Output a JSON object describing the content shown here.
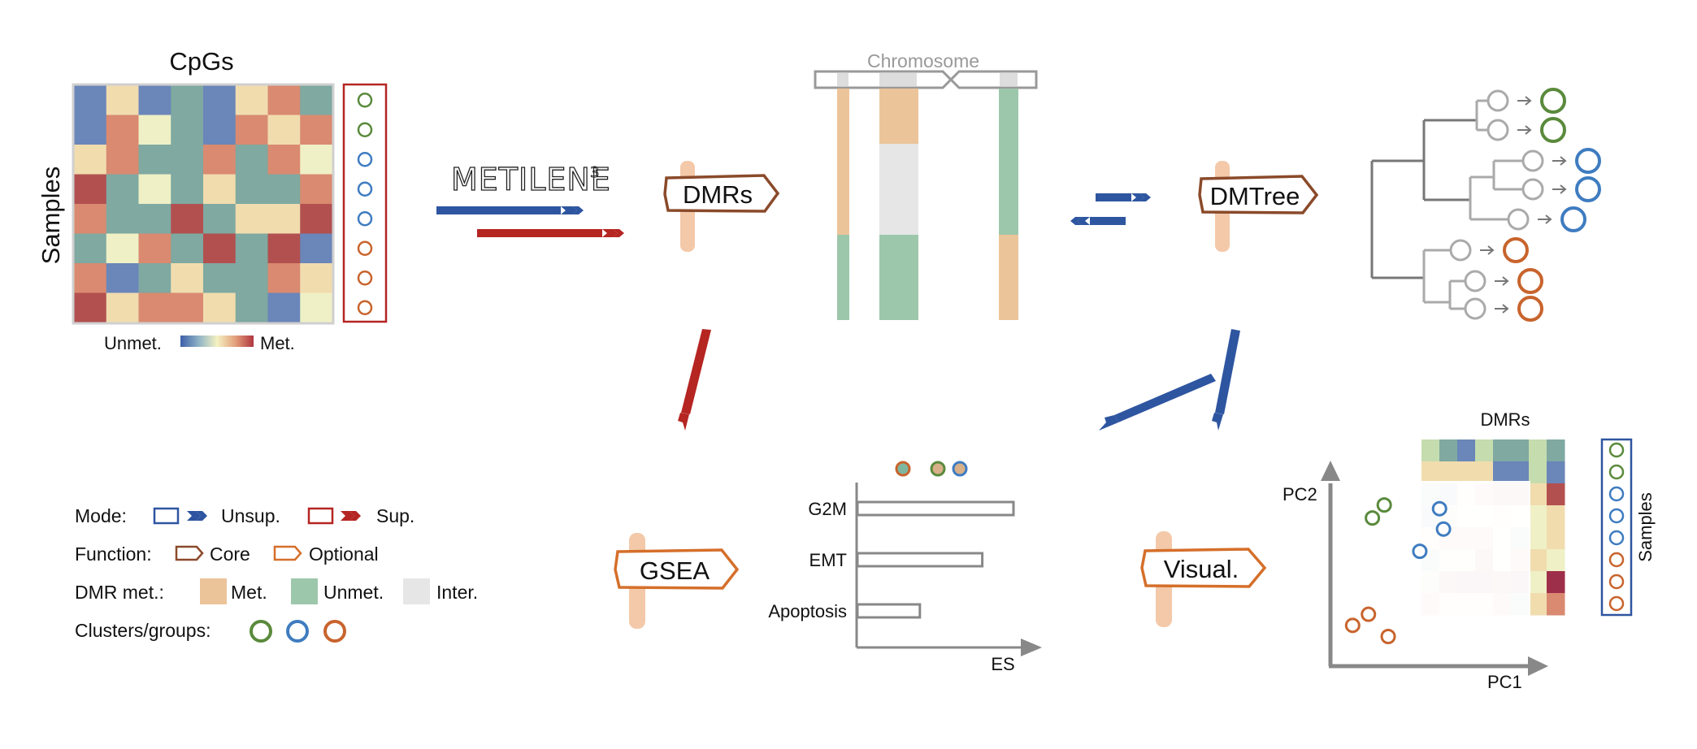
{
  "heatmap": {
    "title": "CpGs",
    "ylabel": "Samples",
    "scale_low": "Unmet.",
    "scale_high": "Met.",
    "cells": [
      [
        1,
        2,
        1,
        5,
        1,
        2,
        4,
        5
      ],
      [
        1,
        4,
        0,
        5,
        1,
        4,
        2,
        4
      ],
      [
        2,
        4,
        5,
        5,
        4,
        5,
        4,
        0
      ],
      [
        3,
        5,
        0,
        5,
        2,
        5,
        5,
        4
      ],
      [
        4,
        5,
        5,
        3,
        5,
        2,
        2,
        3
      ],
      [
        5,
        0,
        4,
        5,
        3,
        5,
        3,
        1
      ],
      [
        4,
        1,
        5,
        2,
        5,
        5,
        4,
        2
      ],
      [
        3,
        2,
        4,
        4,
        2,
        5,
        1,
        0
      ]
    ],
    "palette": [
      "#eff0c6",
      "#6b86b9",
      "#f1dcae",
      "#b2504f",
      "#d98a70",
      "#7fa9a1"
    ],
    "groups": [
      "green",
      "green",
      "blue",
      "blue",
      "blue",
      "orange",
      "orange",
      "orange"
    ]
  },
  "tool": {
    "name": "METILENE",
    "superscript": "3"
  },
  "signs": {
    "dmrs": "DMRs",
    "dmtree": "DMTree",
    "gsea": "GSEA",
    "visual": "Visual."
  },
  "chromosome": {
    "label": "Chromosome"
  },
  "gsea": {
    "xlabel": "ES",
    "terms": [
      "G2M",
      "EMT",
      "Apoptosis"
    ],
    "values": [
      1.0,
      0.8,
      0.4
    ]
  },
  "pca": {
    "title": "DMRs",
    "xlabel": "PC1",
    "ylabel": "PC2",
    "side_label": "Samples"
  },
  "legend": {
    "mode_label": "Mode:",
    "unsup": "Unsup.",
    "sup": "Sup.",
    "function_label": "Function:",
    "core": "Core",
    "optional": "Optional",
    "dmr_label": "DMR met.:",
    "met": "Met.",
    "unmet": "Unmet.",
    "inter": "Inter.",
    "clusters_label": "Clusters/groups:"
  },
  "colors": {
    "green": "#5a8a3c",
    "blue": "#3f7cc0",
    "orange": "#c8642d",
    "unsup_arrow": "#2e55a0",
    "sup_arrow": "#b52522",
    "core_sign": "#8a4a2a",
    "optional_sign": "#d56f2a",
    "met": "#ecc49a",
    "unmet": "#9dc7ab",
    "inter": "#e6e6e6",
    "post": "#f3c9a9"
  }
}
